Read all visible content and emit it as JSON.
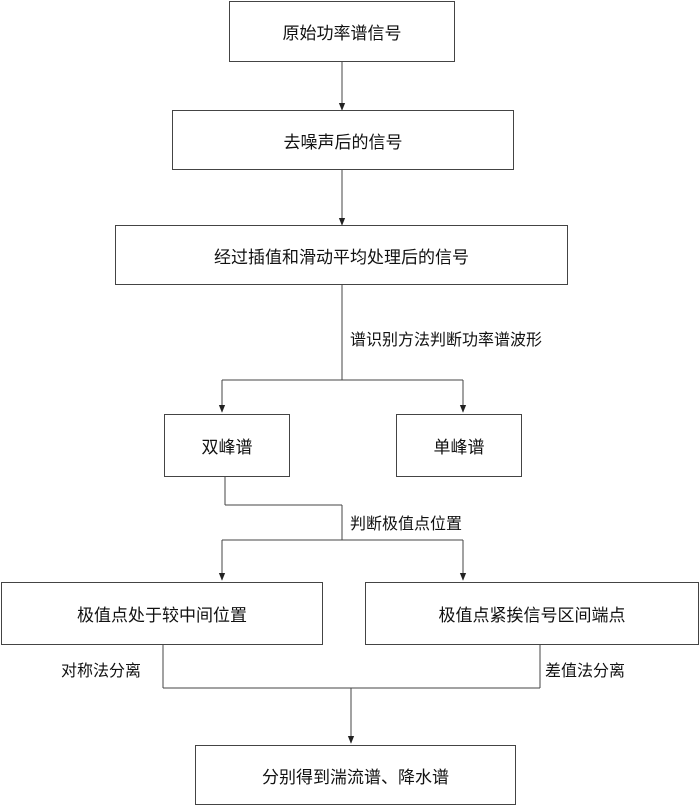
{
  "flowchart": {
    "nodes": {
      "raw_signal": "原始功率谱信号",
      "denoised_signal": "去噪声后的信号",
      "interpolated_signal": "经过插值和滑动平均处理后的信号",
      "double_peak": "双峰谱",
      "single_peak": "单峰谱",
      "extreme_middle": "极值点处于较中间位置",
      "extreme_edge": "极值点紧挨信号区间端点",
      "result": "分别得到湍流谱、降水谱"
    },
    "edge_labels": {
      "identify_waveform": "谱识别方法判断功率谱波形",
      "judge_extreme": "判断极值点位置",
      "symmetric_method": "对称法分离",
      "difference_method": "差值法分离"
    }
  }
}
